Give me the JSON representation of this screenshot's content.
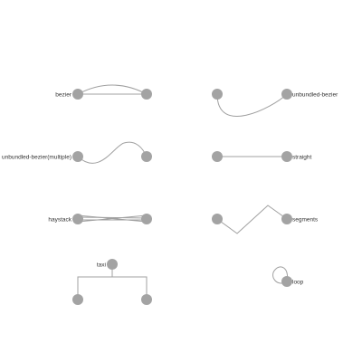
{
  "colors": {
    "background": "#ffffff",
    "node": "#a3a3a3",
    "edge": "#a0a0a0",
    "label": "#333333"
  },
  "examples": {
    "bezier": {
      "label": "bezier"
    },
    "unbundled_bezier": {
      "label": "unbundled-bezier"
    },
    "unbundled_bezier_multiple": {
      "label": "unbundled-bezier(multiple)"
    },
    "straight": {
      "label": "straight"
    },
    "haystack": {
      "label": "haystack"
    },
    "segments": {
      "label": "segments"
    },
    "taxi": {
      "label": "taxi"
    },
    "loop": {
      "label": "loop"
    }
  }
}
